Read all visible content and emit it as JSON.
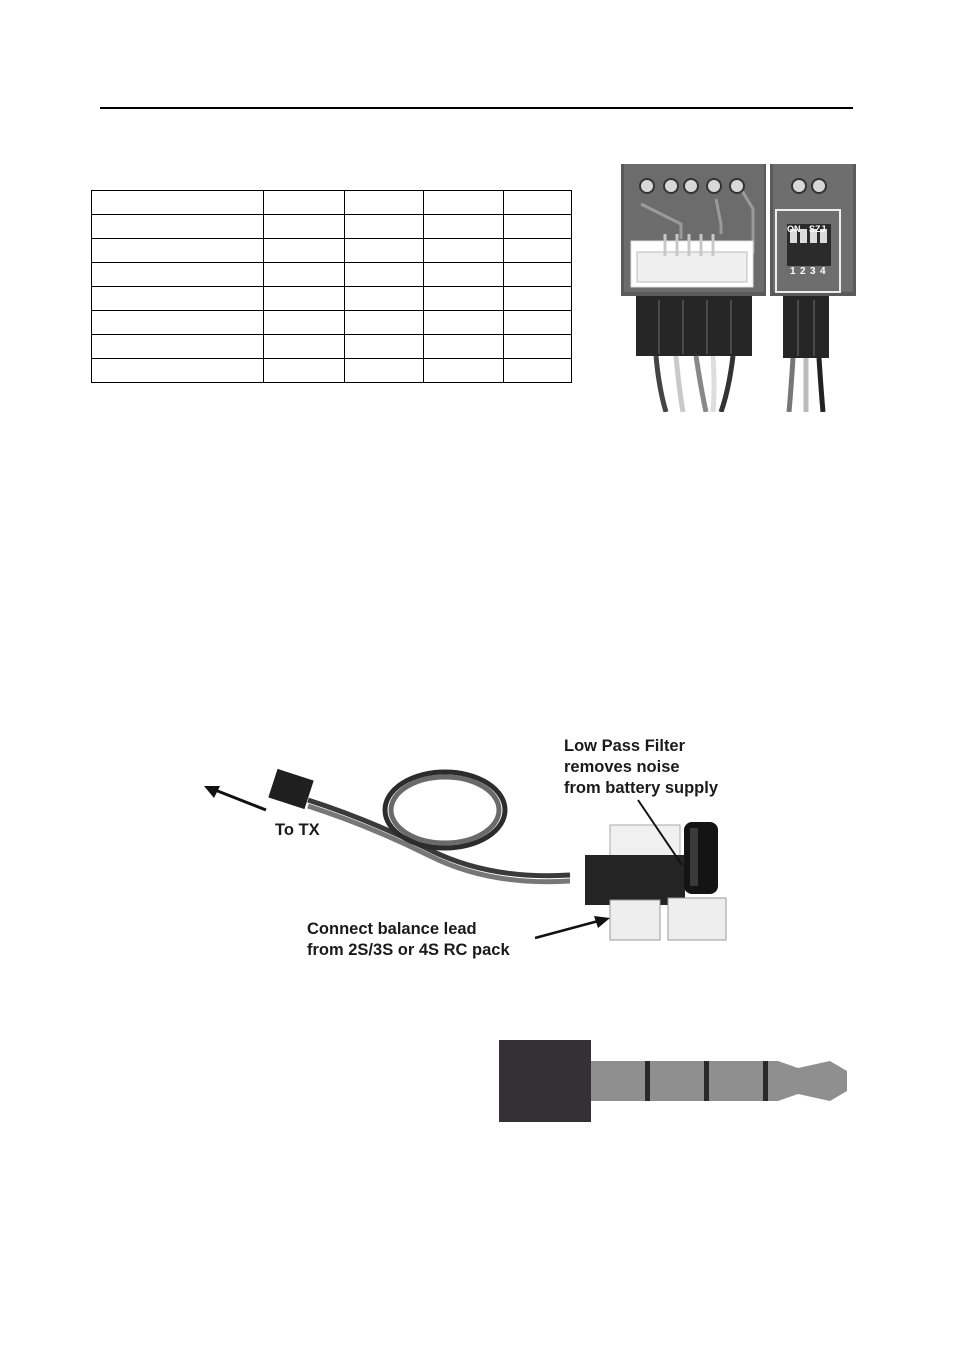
{
  "table": {
    "rows": [
      [
        "",
        "",
        "",
        "",
        ""
      ],
      [
        "",
        "",
        "",
        "",
        ""
      ],
      [
        "",
        "",
        "",
        "",
        ""
      ],
      [
        "",
        "",
        "",
        "",
        ""
      ],
      [
        "",
        "",
        "",
        "",
        ""
      ],
      [
        "",
        "",
        "",
        "",
        ""
      ],
      [
        "",
        "",
        "",
        "",
        ""
      ],
      [
        "",
        "",
        "",
        "",
        ""
      ]
    ]
  },
  "pcb_photo": {
    "switch_on_label": "ON",
    "switch_bank_label": "SZJ",
    "switch_numbers": [
      "1",
      "2",
      "3",
      "4"
    ]
  },
  "cable_photo": {
    "to_tx_label": "To TX",
    "low_pass_label": "Low Pass Filter\nremoves noise\nfrom battery supply",
    "balance_label": "Connect balance lead\nfrom 2S/3S or 4S RC pack"
  },
  "colors": {
    "plug_body": "#333133",
    "plug_shaft": "#8f8f8f",
    "plug_ring": "#2a2a2a"
  }
}
